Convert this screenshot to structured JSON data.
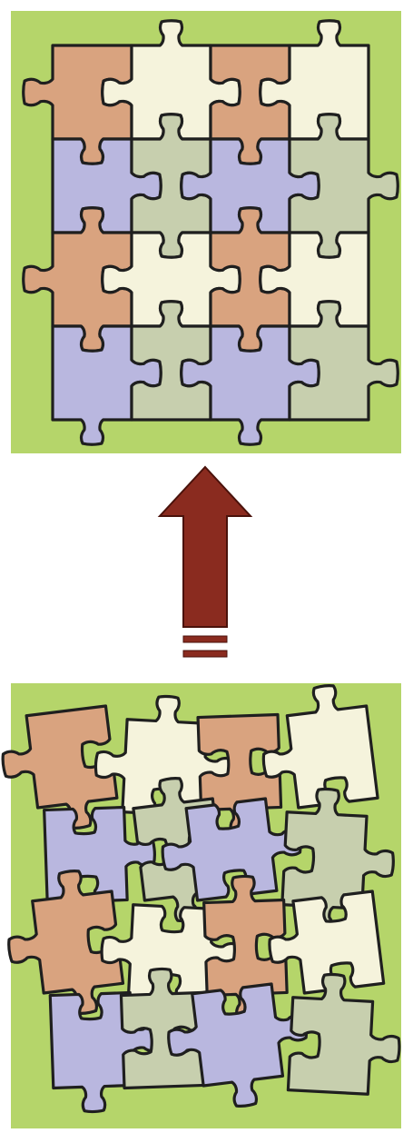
{
  "colors": {
    "background": "#ffffff",
    "board_green": "#b5d56a",
    "outline": "#1f1f1f",
    "arrow": "#8a2b1f",
    "arrow_edge": "#4a120b",
    "piece_colors": [
      "#d9a37f",
      "#f5f3dc",
      "#b9b7df",
      "#c7cfae"
    ]
  },
  "assembled_puzzle": {
    "rows": 4,
    "cols": 4,
    "color_pattern": [
      [
        0,
        1,
        0,
        1
      ],
      [
        2,
        3,
        2,
        3
      ],
      [
        0,
        1,
        0,
        1
      ],
      [
        2,
        3,
        2,
        3
      ]
    ]
  },
  "scattered_puzzle": {
    "rows": 4,
    "cols": 4,
    "color_pattern": [
      [
        0,
        1,
        0,
        1
      ],
      [
        2,
        3,
        2,
        3
      ],
      [
        0,
        1,
        0,
        1
      ],
      [
        2,
        3,
        2,
        3
      ]
    ]
  },
  "arrow": {
    "direction": "up"
  }
}
